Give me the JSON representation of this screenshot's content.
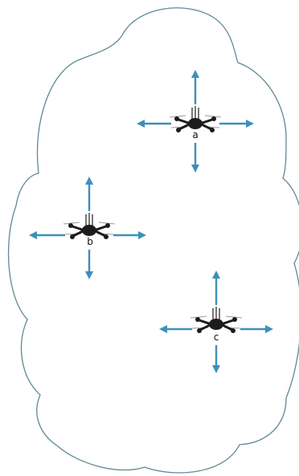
{
  "colors": {
    "cloud_outline": "#5f8a94",
    "arrow": "#3d8fba",
    "drone_body": "#1c1c1c",
    "rotor_blur": "#9a9a9a"
  },
  "drones": [
    {
      "label": "a",
      "icon": "drone-icon"
    },
    {
      "label": "b",
      "icon": "drone-icon"
    },
    {
      "label": "c",
      "icon": "drone-icon"
    }
  ]
}
